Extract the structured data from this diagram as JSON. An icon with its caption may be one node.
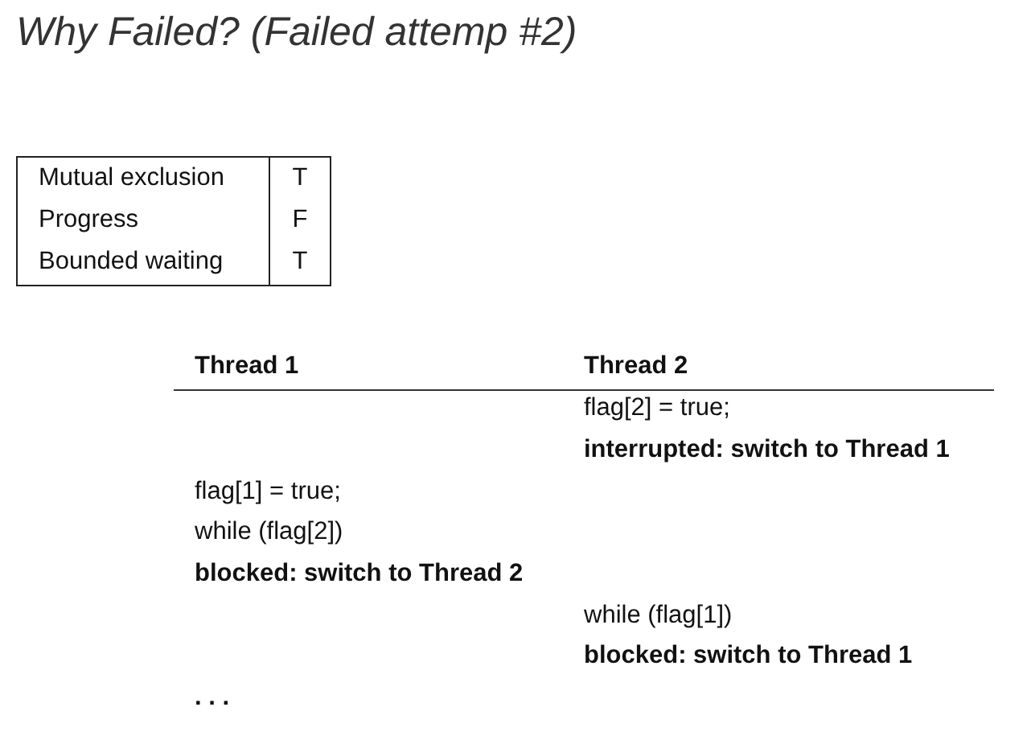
{
  "diagram": {
    "title": "Why Failed? (Failed attemp #2)",
    "labels": [
      "Mutual exclusion",
      "T",
      "Progress",
      "F",
      "Bounded waiting",
      "T",
      "Thread 1",
      "Thread 2",
      "flag[2] = true;",
      "interrupted: switch to Thread 1",
      "flag[1] = true;",
      "while (flag[2])",
      "blocked: switch to Thread 2",
      "while (flag[1])",
      "blocked: switch to Thread 1",
      ". . ."
    ]
  }
}
